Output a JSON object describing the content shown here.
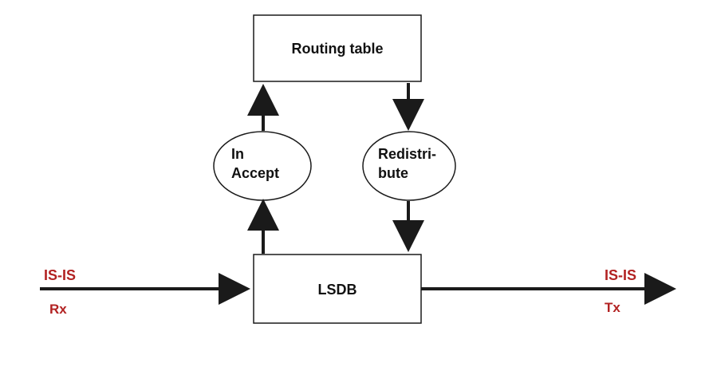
{
  "colors": {
    "line": "#1a1a1a",
    "box_fill": "#ffffff",
    "accent_red": "#b22222"
  },
  "nodes": {
    "routing_table": "Routing table",
    "in_accept_line1": "In",
    "in_accept_line2": "Accept",
    "redistribute_line1": "Redistri-",
    "redistribute_line2": "bute",
    "lsdb": "LSDB"
  },
  "ports": {
    "rx_protocol": "IS-IS",
    "rx_label": "Rx",
    "tx_protocol": "IS-IS",
    "tx_label": "Tx"
  }
}
